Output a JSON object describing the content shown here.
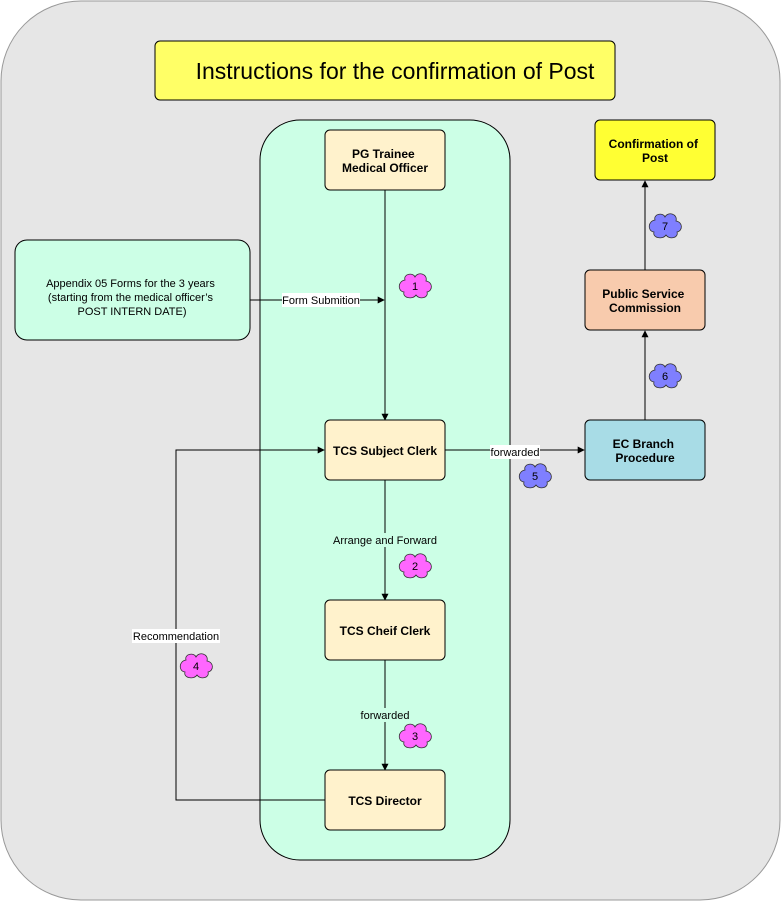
{
  "title": "Instructions for the confirmation of Post",
  "nodes": {
    "pg_trainee": {
      "lines": [
        "PG Trainee",
        "Medical Officer"
      ]
    },
    "appendix": {
      "lines": [
        "Appendix 05 Forms for the 3 years",
        "(starting from the medical officer’s",
        "POST INTERN DATE)"
      ]
    },
    "subject_clerk": {
      "lines": [
        "TCS Subject Clerk"
      ]
    },
    "cheif_clerk": {
      "lines": [
        "TCS Cheif Clerk"
      ]
    },
    "director": {
      "lines": [
        "TCS Director"
      ]
    },
    "ec_branch": {
      "lines": [
        "EC Branch",
        "Procedure"
      ]
    },
    "psc": {
      "lines": [
        "Public Service",
        "Commission"
      ]
    },
    "confirmation": {
      "lines": [
        "Confirmation of",
        "Post"
      ]
    }
  },
  "edge_labels": {
    "form_submition": "Form Submition",
    "arrange_forward": "Arrange and Forward",
    "forwarded_director": "forwarded",
    "recommendation": "Recommendation",
    "forwarded_ec": "forwarded"
  },
  "steps": [
    "1",
    "2",
    "3",
    "4",
    "5",
    "6",
    "7"
  ],
  "colors": {
    "page_bg": "#e6e6e6",
    "title_bg": "#ffff66",
    "lane_bg": "#ccffe6",
    "node_bg": "#fff2cc",
    "appendix_bg": "#ccffe6",
    "ec_bg": "#a8dce6",
    "psc_bg": "#f8cbad",
    "confirm_bg": "#ffff33",
    "cloud_pink": "#ff66ff",
    "cloud_blue": "#7f7fff"
  }
}
